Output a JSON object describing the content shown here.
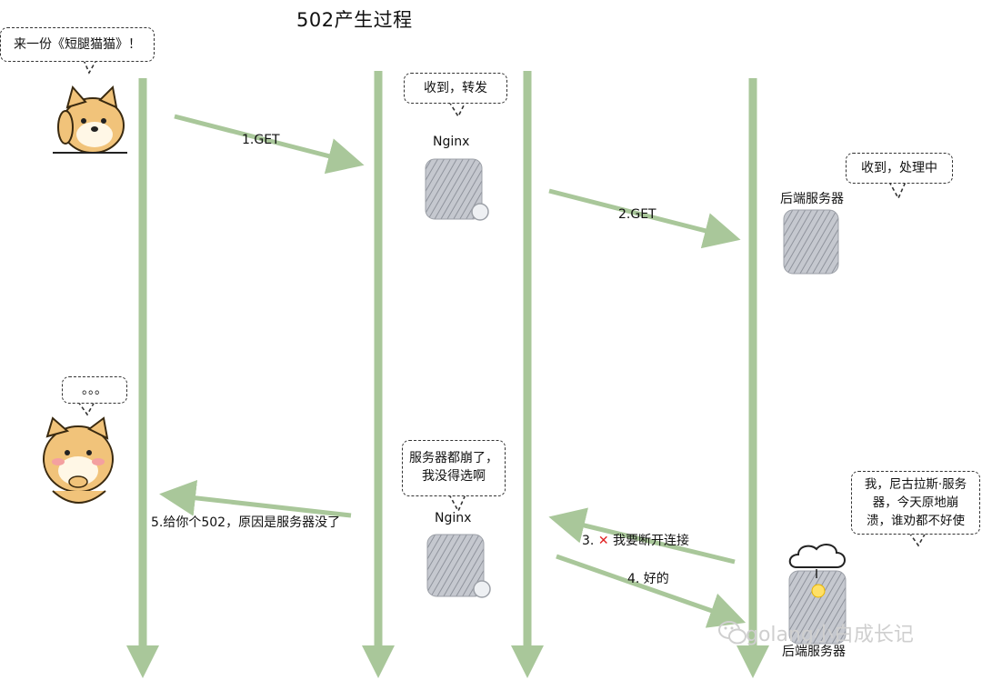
{
  "title": "502产生过程",
  "bubbles": {
    "user_request": "来一份《短腿猫猫》！",
    "nginx_received": "收到，转发",
    "backend_processing": "收到，处理中",
    "user_waiting": "。。。",
    "nginx_no_choice_1": "服务器都崩了，",
    "nginx_no_choice_2": "我没得选啊",
    "backend_crash_1": "我，尼古拉斯·服务",
    "backend_crash_2": "器，今天原地崩",
    "backend_crash_3": "溃，谁劝都不好使"
  },
  "nodes": {
    "nginx_top": "Nginx",
    "nginx_bottom": "Nginx",
    "backend_top": "后端服务器",
    "backend_bottom": "后端服务器"
  },
  "arrows": {
    "step1": "1.GET",
    "step2": "2.GET",
    "step3_num": "3.",
    "step3_mark": "✕",
    "step3_text": "我要断开连接",
    "step4": "4. 好的",
    "step5": "5.给你个502，原因是服务器没了"
  },
  "watermark": "golang小白成长记",
  "colors": {
    "lifeline": "#a9c79a",
    "server": "#b9bcc4",
    "doge": "#f1c37a",
    "error": "#e02020"
  }
}
